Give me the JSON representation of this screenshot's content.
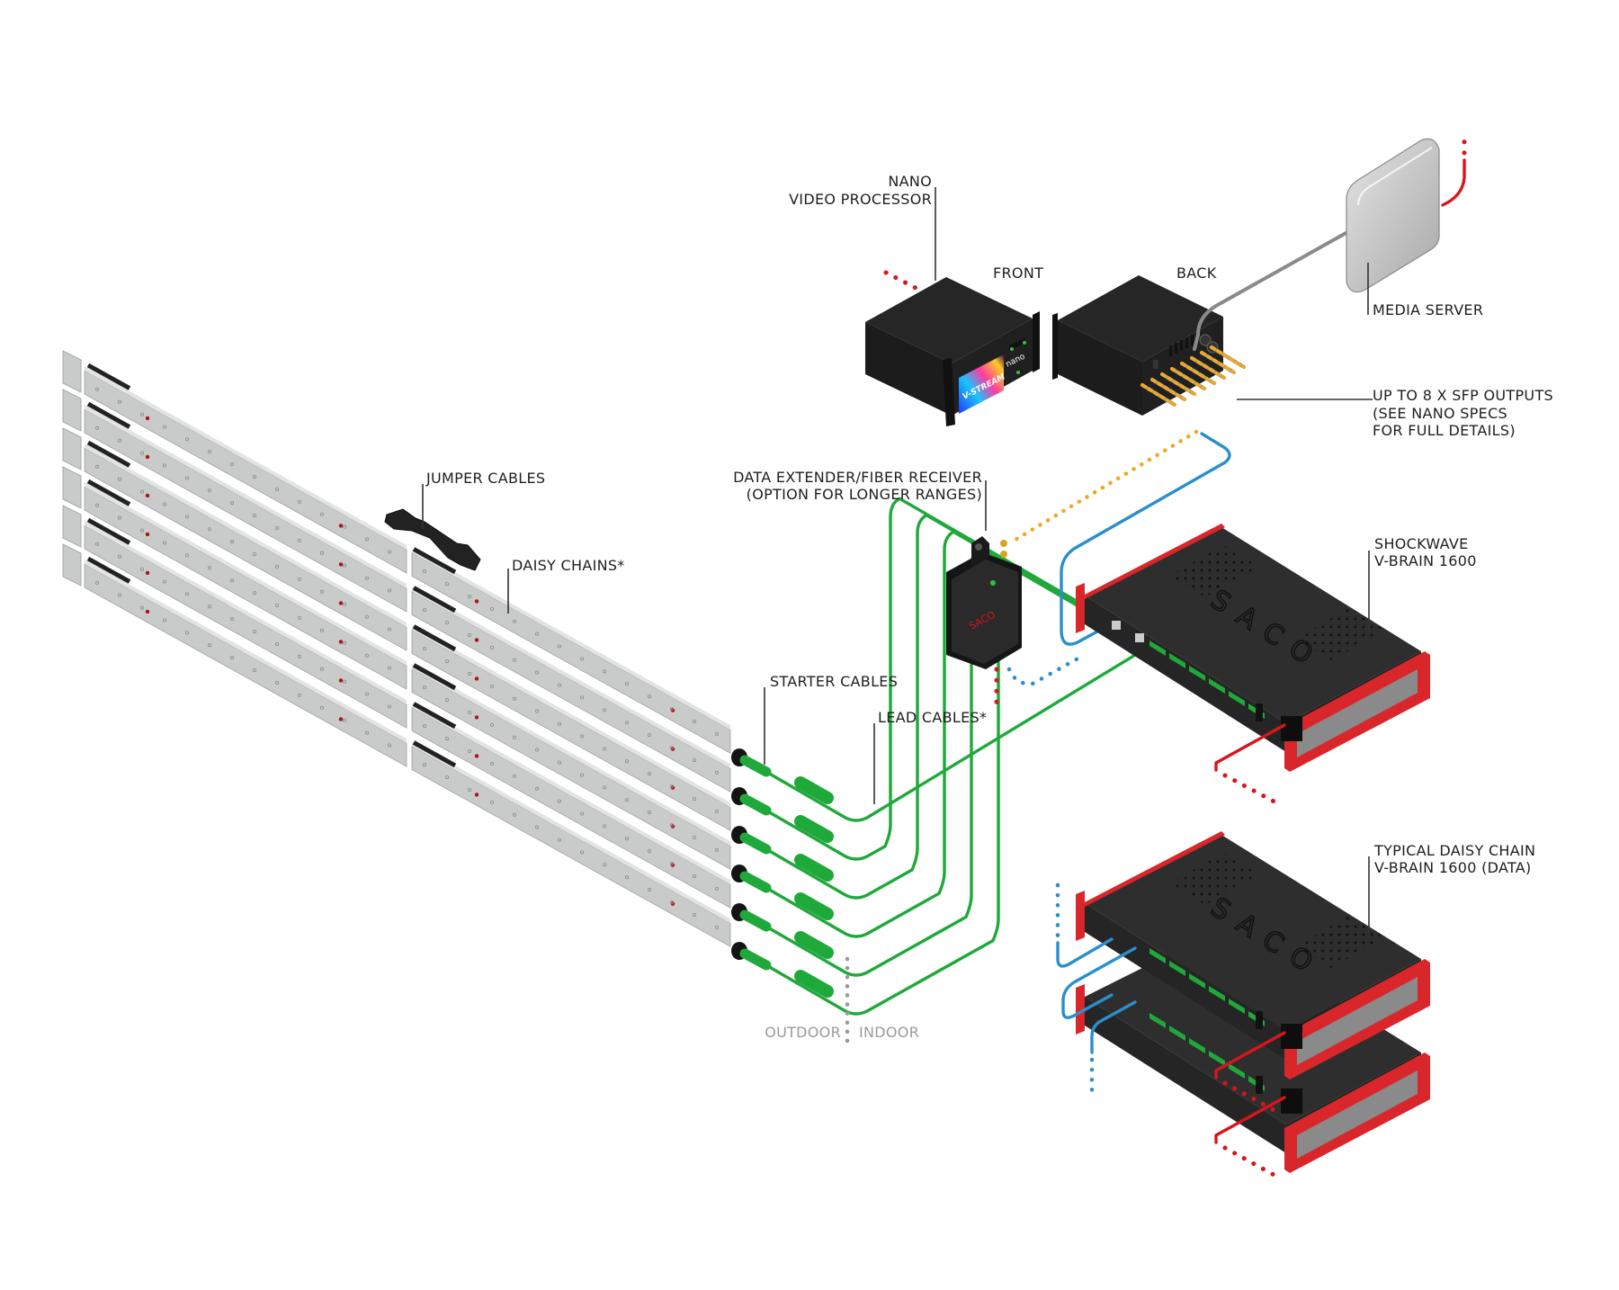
{
  "diagram": {
    "title": "LED bar system wiring diagram",
    "colors": {
      "data_cable_green": "#1fa93a",
      "network_blue": "#2a8fcc",
      "power_red": "#d8151c",
      "fiber_orange": "#f2a626",
      "chassis_black": "#2b2b2b",
      "chassis_red": "#d9262b",
      "led_bar_grey": "#c9cbcb"
    },
    "labels": {
      "nano_line1": "NANO",
      "nano_line2": "VIDEO PROCESSOR",
      "front": "FRONT",
      "back": "BACK",
      "media_server": "MEDIA SERVER",
      "sfp_line1": "UP TO 8 X SFP OUTPUTS",
      "sfp_line2": "(SEE NANO SPECS",
      "sfp_line3": "FOR FULL DETAILS)",
      "extender_line1": "DATA EXTENDER/FIBER RECEIVER",
      "extender_line2": "(OPTION FOR LONGER RANGES)",
      "jumper_cables": "JUMPER CABLES",
      "daisy_chains": "DAISY CHAINS*",
      "starter_cables": "STARTER CABLES",
      "lead_cables": "LEAD CABLES*",
      "shockwave_line1": "SHOCKWAVE",
      "shockwave_line2": "V-BRAIN 1600",
      "typical_line1": "TYPICAL DAISY CHAIN",
      "typical_line2": "V-BRAIN 1600 (DATA)",
      "outdoor": "OUTDOOR",
      "indoor": "INDOOR",
      "brand": "SACO",
      "nano_screen_text": "V-STREAM",
      "nano_badge": "nano"
    },
    "components": {
      "led_bar_rows": 6,
      "starter_cable_count": 6,
      "lead_cable_count": 6,
      "sfp_output_count": 8
    }
  }
}
